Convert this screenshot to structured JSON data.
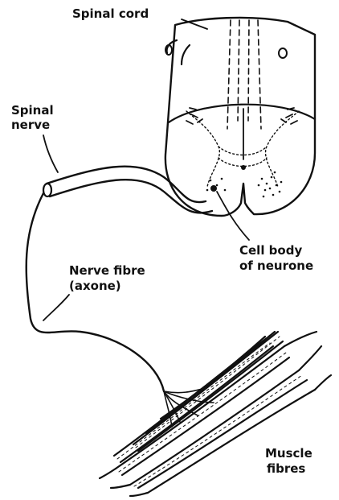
{
  "labels": {
    "spinal_cord": "Spinal cord",
    "spinal_nerve": [
      "Spinal",
      "nerve"
    ],
    "cell_body": [
      "Cell body",
      "of neurone"
    ],
    "nerve_fibre": [
      "Nerve fibre",
      "(axone)"
    ],
    "muscle_fibres": [
      "Muscle",
      "fibres"
    ]
  },
  "colors": {
    "ink": "#111111",
    "background": "#ffffff"
  }
}
